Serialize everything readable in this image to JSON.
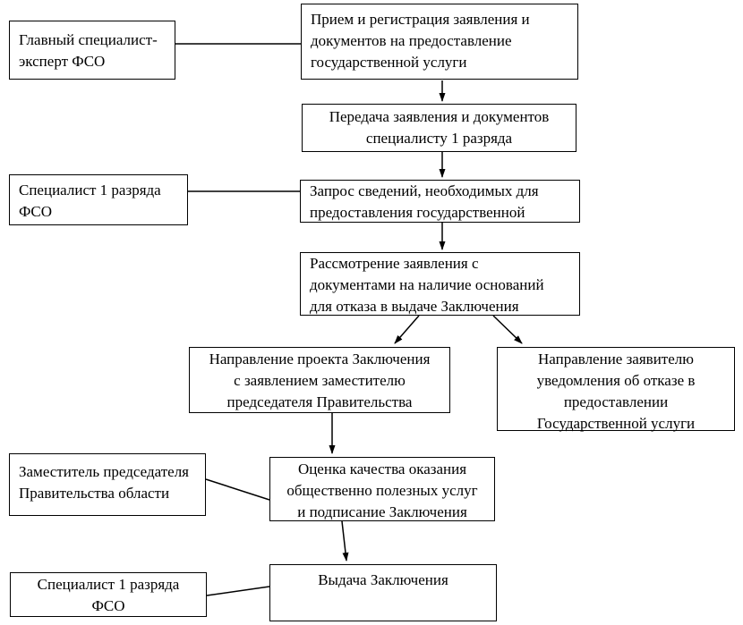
{
  "diagram": {
    "title": "Блок-схема предоставления государственной услуги",
    "colors": {
      "background": "#ffffff",
      "line": "#000000",
      "box_border": "#000000",
      "text": "#000000"
    },
    "nodes": {
      "main_specialist": {
        "lines": [
          "Главный специалист-",
          "эксперт  ФСО"
        ]
      },
      "priem": {
        "lines": [
          "Прием и регистрация заявления и",
          "документов на предоставление",
          "государственной услуги"
        ]
      },
      "peredacha": {
        "lines": [
          "Передача заявления и документов",
          "специалисту 1 разряда"
        ]
      },
      "specialist_1": {
        "lines": [
          "Специалист 1 разряда",
          "ФСО"
        ]
      },
      "zapros": {
        "lines": [
          "Запрос сведений, необходимых для",
          "предоставления государственной"
        ]
      },
      "rassmotrenie": {
        "lines": [
          "Рассмотрение заявления с",
          "документами на наличие оснований",
          "для отказа в выдаче Заключения"
        ]
      },
      "proekt": {
        "lines": [
          "Направление проекта Заключения",
          "с заявлением  заместителю",
          "председателя Правительства"
        ]
      },
      "otkaz": {
        "lines": [
          "Направление заявителю",
          "уведомления об отказе в",
          "предоставлении",
          "Государственной услуги"
        ]
      },
      "zamestitel": {
        "lines": [
          "Заместитель председателя",
          "Правительства области"
        ]
      },
      "ocenka": {
        "lines": [
          "Оценка качества оказания",
          "общественно полезных услуг",
          "и подписание Заключения"
        ]
      },
      "vydacha": {
        "lines": [
          "Выдача Заключения"
        ]
      },
      "specialist_2": {
        "lines": [
          "Специалист 1 разряда",
          "ФСО"
        ]
      }
    }
  }
}
